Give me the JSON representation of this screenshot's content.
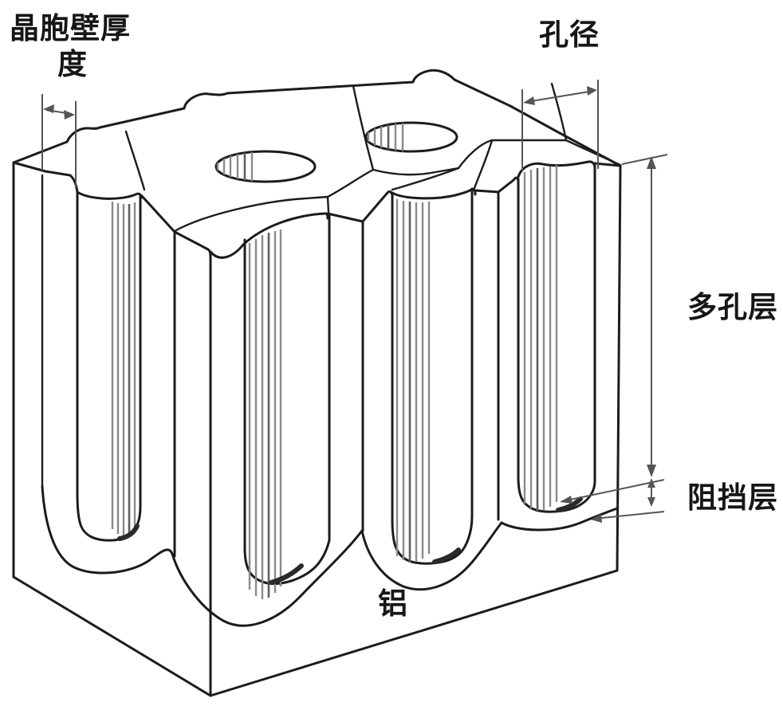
{
  "figure": {
    "labels": {
      "cell_wall_thickness_line1": "晶胞壁厚",
      "cell_wall_thickness_line2": "度",
      "pore_diameter": "孔径",
      "porous_layer": "多孔层",
      "barrier_layer": "阻挡层",
      "aluminum": "铝"
    },
    "colors": {
      "line": "#1c1c1c",
      "hatch": "#8a8a8a",
      "dimension": "#555555",
      "background": "#ffffff"
    }
  }
}
